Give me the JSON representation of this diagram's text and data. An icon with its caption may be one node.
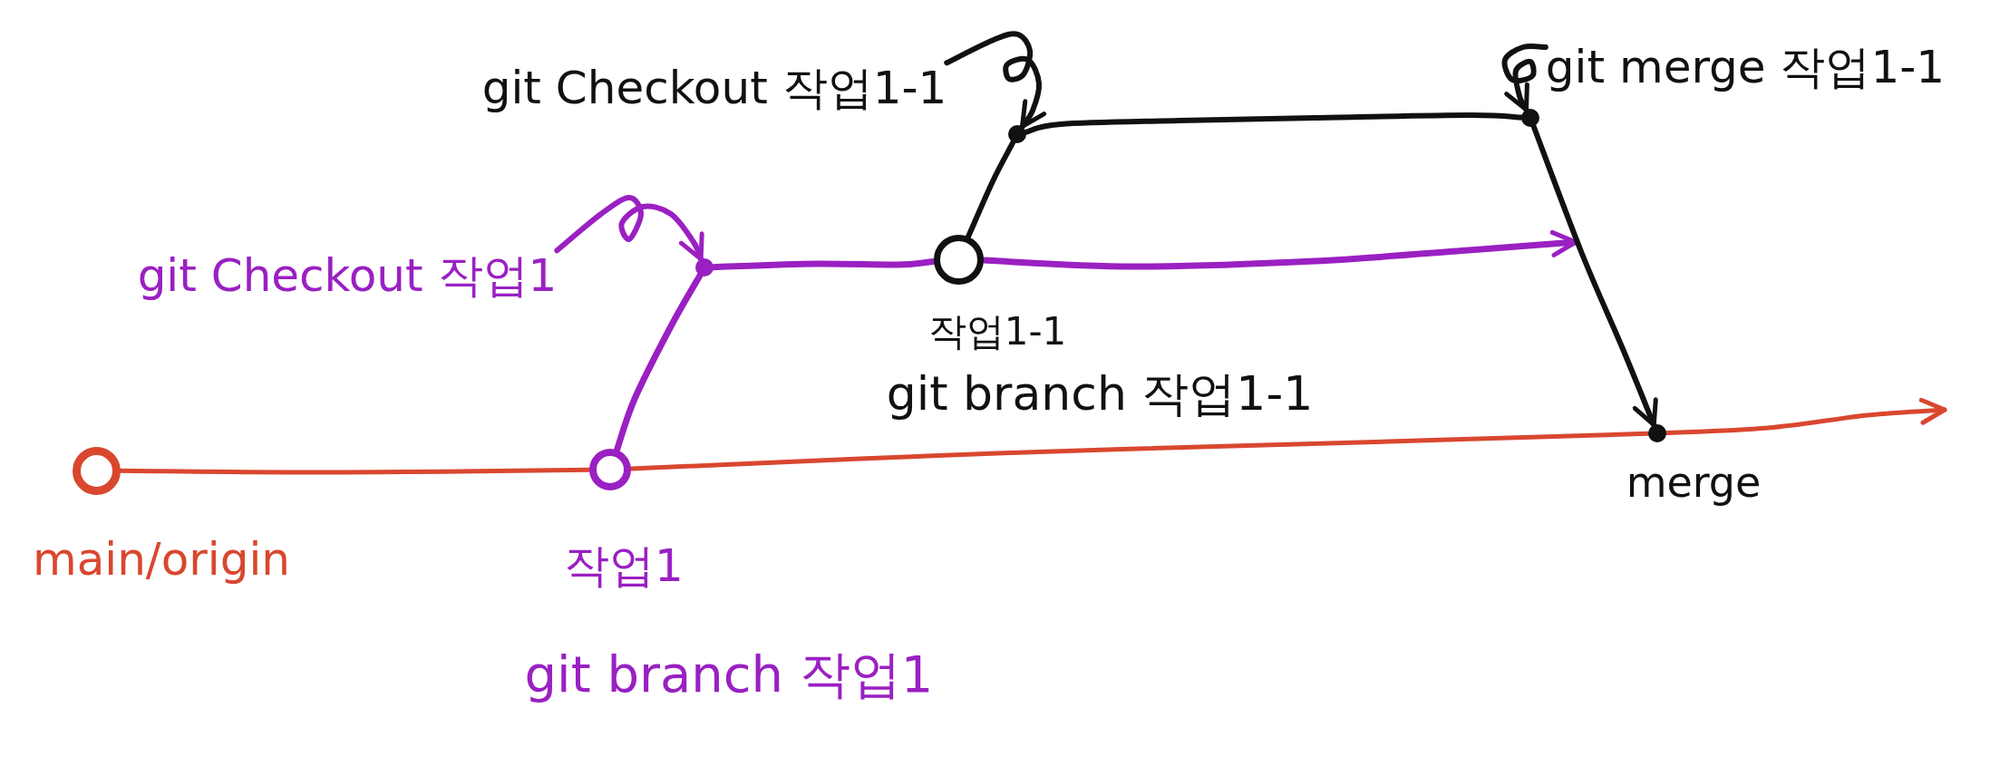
{
  "diagram": {
    "nodes": [
      {
        "text": [],
        "shape": "circle",
        "beside": [
          "main/origin"
        ]
      },
      {
        "text": [],
        "shape": "circle",
        "beside": [
          "작업1",
          "git branch 작업1"
        ]
      },
      {
        "text": [
          "git Checkout 작업1"
        ]
      },
      {
        "text": [],
        "shape": "circle"
      },
      {
        "text": [],
        "shape": "circle",
        "beside": [
          "작업1-1",
          "git branch 작업1-1"
        ]
      },
      {
        "text": [
          "git Checkout 작업1-1"
        ]
      },
      {
        "text": [],
        "shape": "circle"
      },
      {
        "text": [
          "git merge 작업1-1"
        ]
      },
      {
        "text": [],
        "shape": "circle"
      },
      {
        "text": [],
        "shape": "circle",
        "beside": [
          "merge"
        ]
      }
    ],
    "edges": [
      {
        "from": 0,
        "to": 1,
        "arrow": "none",
        "color": "#d9472f"
      },
      {
        "from": 1,
        "to": 9,
        "arrow": "none",
        "color": "#d9472f"
      },
      {
        "from": 9,
        "to": null,
        "arrow": "to",
        "color": "#d9472f"
      },
      {
        "from": 1,
        "to": 3,
        "arrow": "none",
        "color": "#9a20c2"
      },
      {
        "from": 2,
        "to": 3,
        "arrow": "to",
        "color": "#9a20c2"
      },
      {
        "from": 3,
        "to": 4,
        "arrow": "none",
        "color": "#9a20c2"
      },
      {
        "from": 4,
        "to": null,
        "arrow": "to",
        "color": "#9a20c2"
      },
      {
        "from": 4,
        "to": 6,
        "arrow": "none"
      },
      {
        "from": 5,
        "to": 6,
        "arrow": "to"
      },
      {
        "from": 6,
        "to": 8,
        "arrow": "none"
      },
      {
        "from": 7,
        "to": 8,
        "arrow": "to"
      },
      {
        "from": 8,
        "to": 9,
        "arrow": "to"
      }
    ]
  }
}
